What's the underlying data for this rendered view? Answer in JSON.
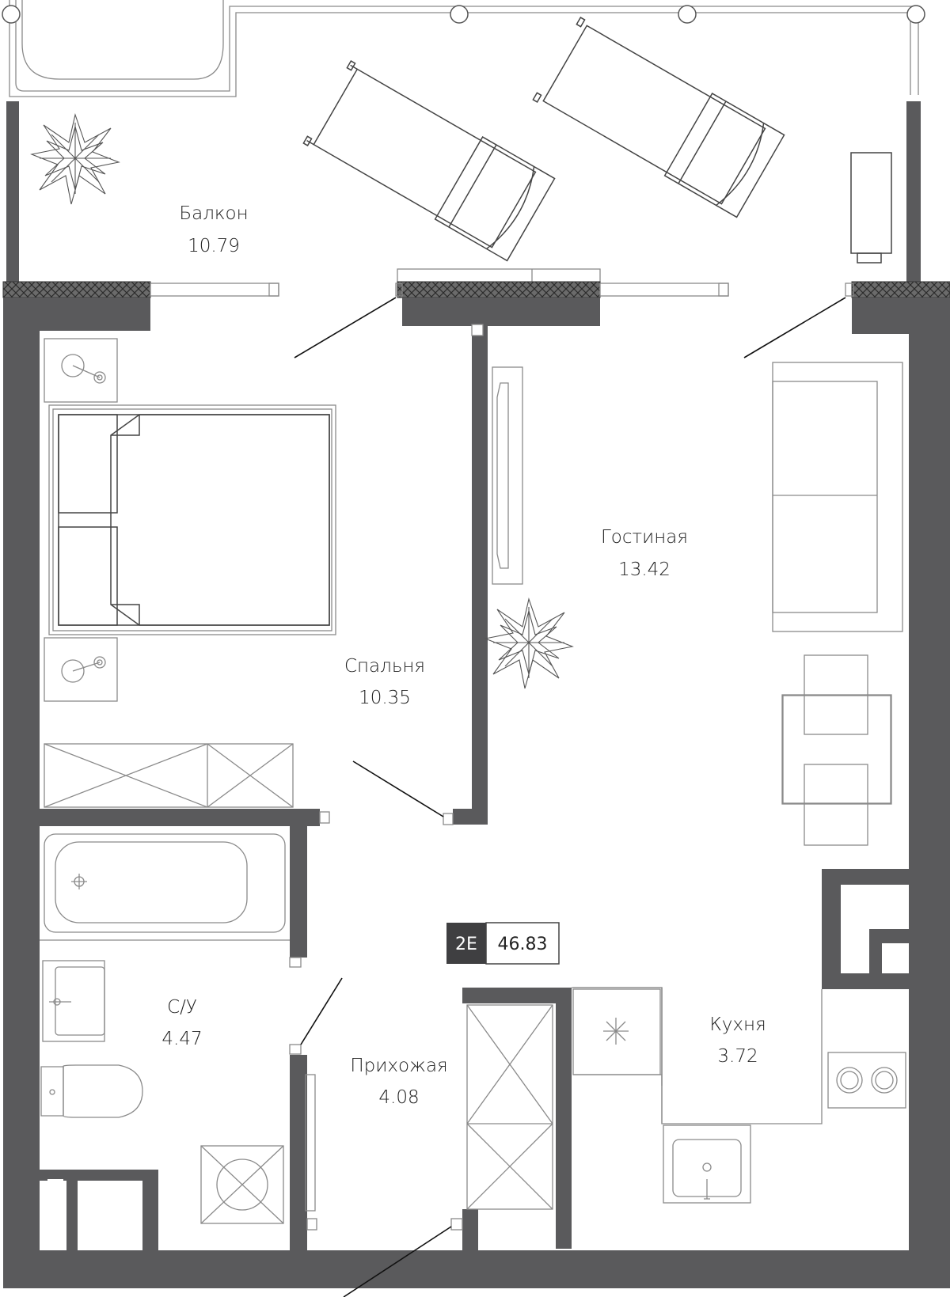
{
  "rooms": {
    "balcony": {
      "name": "Балкон",
      "area": "10.79"
    },
    "bedroom": {
      "name": "Спальня",
      "area": "10.35"
    },
    "living": {
      "name": "Гостиная",
      "area": "13.42"
    },
    "bathroom": {
      "name": "С/У",
      "area": "4.47"
    },
    "hall": {
      "name": "Прихожая",
      "area": "4.08"
    },
    "kitchen": {
      "name": "Кухня",
      "area": "3.72"
    }
  },
  "apartment": {
    "type": "2E",
    "total_area": "46.83"
  },
  "colors": {
    "wall": "#5a5a5c",
    "badge_dark": "#3f3f41",
    "furniture_line": "#8a8a8a"
  }
}
